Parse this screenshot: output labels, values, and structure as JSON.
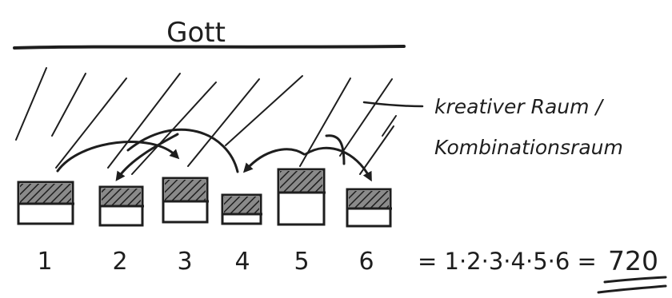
{
  "title": "Gott",
  "annotation": {
    "line1": "kreativer Raum /",
    "line2": "Kombinationsraum"
  },
  "boxes": [
    {
      "label": "1"
    },
    {
      "label": "2"
    },
    {
      "label": "3"
    },
    {
      "label": "4"
    },
    {
      "label": "5"
    },
    {
      "label": "6"
    }
  ],
  "formula": {
    "text": "= 1·2·3·4·5·6 =",
    "result": "720"
  },
  "colors": {
    "ink": "#1e1e1e",
    "hatch_fill": "#6a6a6a",
    "background": "#ffffff"
  }
}
